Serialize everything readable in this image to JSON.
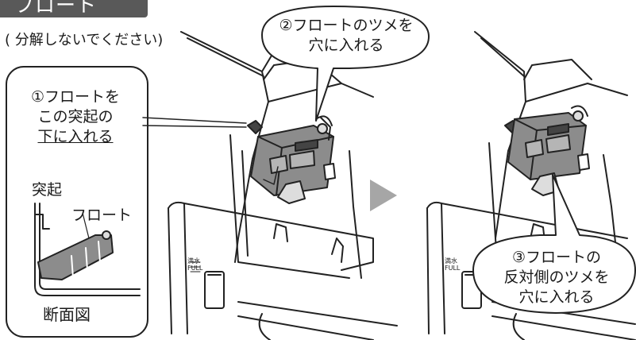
{
  "title": "フロート",
  "subtitle": "( 分解しないでください)",
  "callout_step1": {
    "line1": "①フロートを",
    "line2": "この突起の",
    "line3": "下に入れる"
  },
  "callout_step2": {
    "line1": "②フロートのツメを",
    "line2": "穴に入れる"
  },
  "callout_step3": {
    "line1": "③フロートの",
    "line2": "反対側のツメを",
    "line3": "穴に入れる"
  },
  "cross_section": {
    "label_protrusion": "突起",
    "label_float": "フロート",
    "caption": "断面図"
  },
  "tank_marking": {
    "kanji": "満水",
    "latin": "FULL"
  },
  "colors": {
    "title_bg": "#595959",
    "float_gray": "#8c8c8c",
    "arrow_gray": "#a6a6a6",
    "line_dark": "#222222"
  },
  "icons": {
    "next_step": "right-triangle-arrow-icon"
  }
}
